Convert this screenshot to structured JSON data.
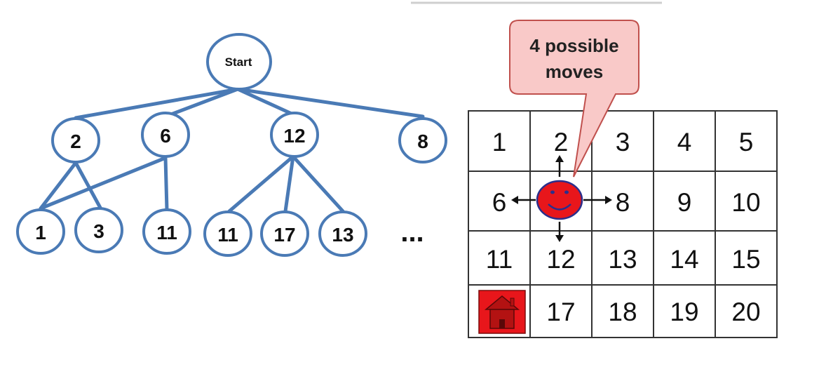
{
  "tree": {
    "root": "Start",
    "level1": [
      "2",
      "6",
      "12",
      "8"
    ],
    "level2": [
      "1",
      "3",
      "11",
      "11",
      "17",
      "13"
    ],
    "ellipsis": "..."
  },
  "grid": {
    "cells": [
      [
        "1",
        "2",
        "3",
        "4",
        "5"
      ],
      [
        "6",
        "",
        "8",
        "9",
        "10"
      ],
      [
        "11",
        "12",
        "13",
        "14",
        "15"
      ],
      [
        "",
        "17",
        "18",
        "19",
        "20"
      ]
    ],
    "agent_icon": "smiley-face-icon",
    "home_icon": "house-icon"
  },
  "callout": {
    "line1": "4 possible",
    "line2": "moves"
  },
  "colors": {
    "tree_stroke": "#4a7ab5",
    "agent_fill": "#e8161b",
    "agent_stroke": "#2b2f8c",
    "home_fill": "#e8161b",
    "callout_fill": "#f9c9c8",
    "callout_stroke": "#c0504d"
  }
}
